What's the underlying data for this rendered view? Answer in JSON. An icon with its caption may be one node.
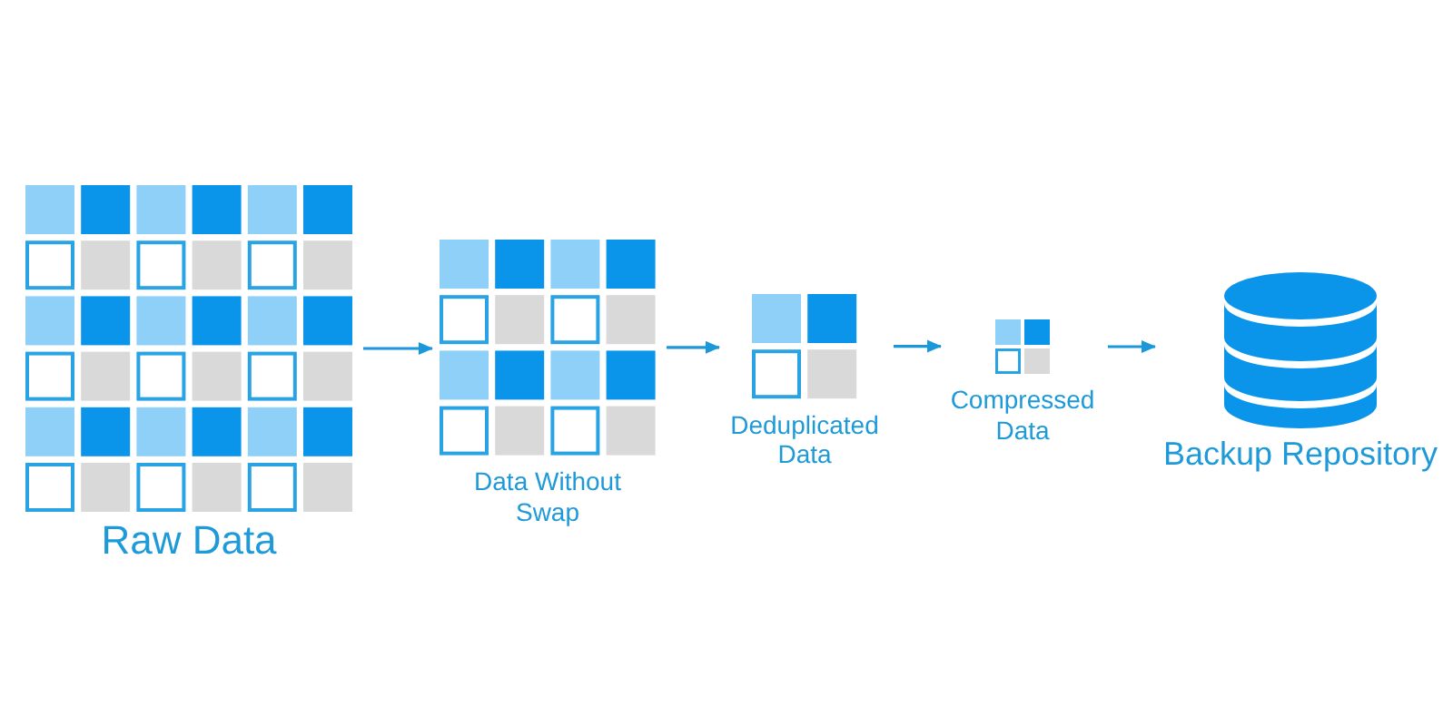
{
  "diagram": {
    "nodes": [
      {
        "text": [
          "Raw Data"
        ]
      },
      {
        "text": [
          "Data Without Swap"
        ]
      },
      {
        "text": [
          "Deduplicated Data"
        ]
      },
      {
        "text": [
          "Compressed Data"
        ]
      },
      {
        "text": [
          "Backup Repository"
        ]
      }
    ],
    "edges": [
      {
        "from": 0,
        "to": 1,
        "arrow": "to"
      },
      {
        "from": 1,
        "to": 2,
        "arrow": "to"
      },
      {
        "from": 2,
        "to": 3,
        "arrow": "to"
      },
      {
        "from": 3,
        "to": 4,
        "arrow": "to"
      }
    ]
  }
}
